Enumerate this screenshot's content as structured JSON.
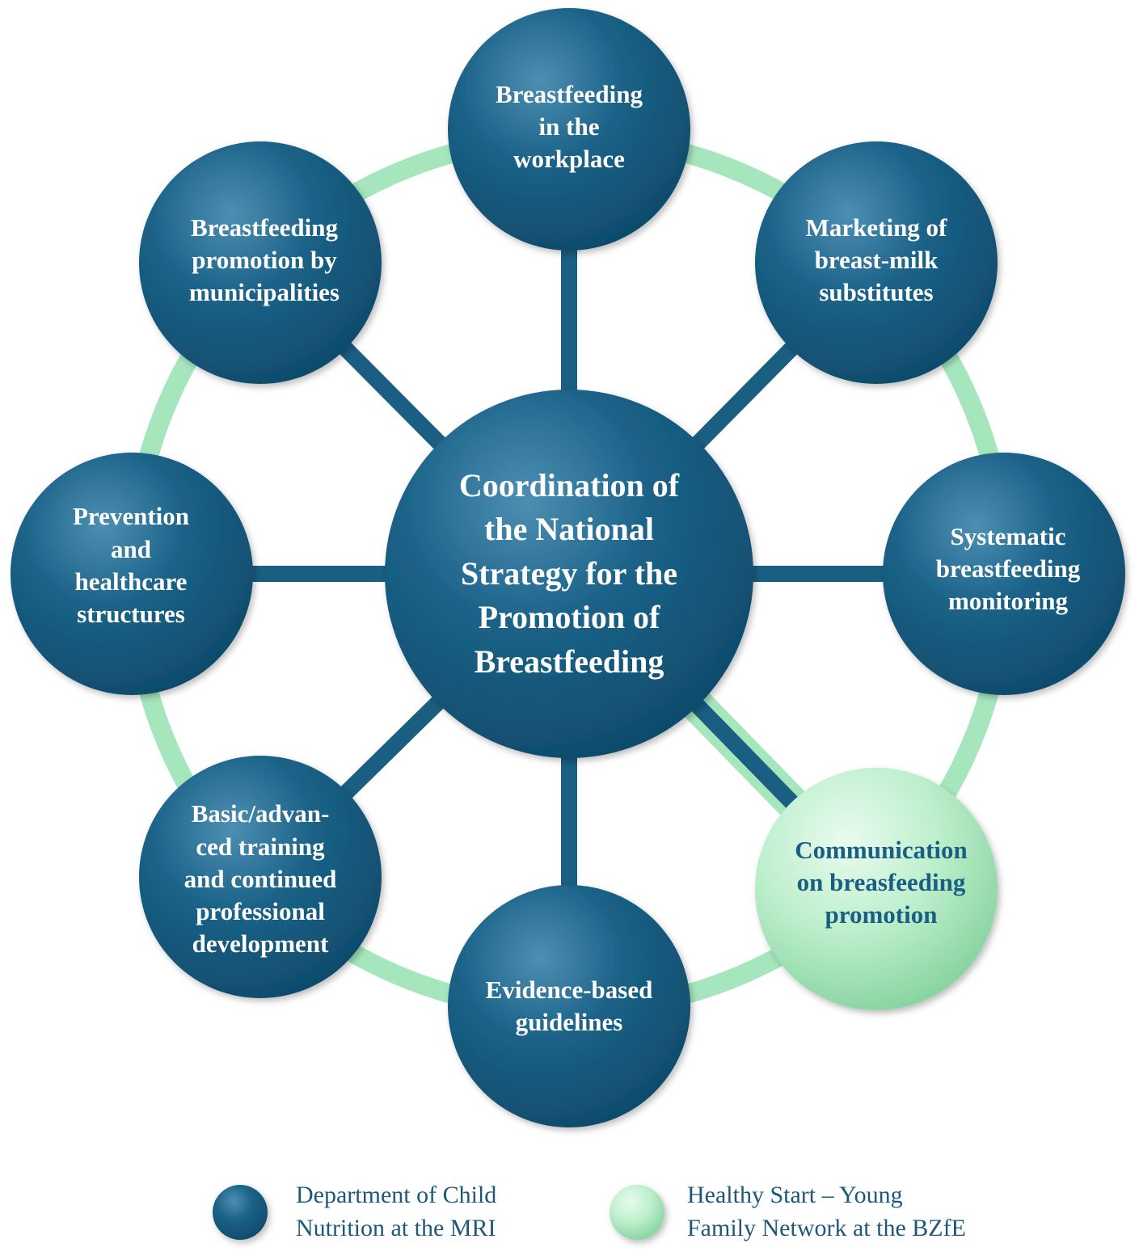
{
  "colors": {
    "blue_dark": "#0f4a6a",
    "blue_mid": "#1b6288",
    "blue_light": "#4d8fb3",
    "green_ring": "#a6e6bd",
    "green_light": "#e9fbef",
    "green_mid": "#bdefcc",
    "green_dark": "#86d29f",
    "label_on_green": "#1b5e84",
    "legend_text": "#1e5878"
  },
  "center": {
    "lines": [
      "Coordination of",
      "the National",
      "Strategy for the",
      "Promotion of",
      "Breastfeeding"
    ]
  },
  "nodes": [
    {
      "id": "workplace",
      "lines": [
        "Breastfeeding",
        "in the",
        "workplace"
      ],
      "color": "blue"
    },
    {
      "id": "marketing",
      "lines": [
        "Marketing of",
        "breast-milk",
        "substitutes"
      ],
      "color": "blue"
    },
    {
      "id": "monitoring",
      "lines": [
        "Systematic",
        "breastfeeding",
        "monitoring"
      ],
      "color": "blue"
    },
    {
      "id": "communication",
      "lines": [
        "Communication",
        "on breasfeeding",
        "promotion"
      ],
      "color": "green"
    },
    {
      "id": "guidelines",
      "lines": [
        "Evidence-based",
        "guidelines"
      ],
      "color": "blue"
    },
    {
      "id": "training",
      "lines": [
        "Basic/advan-",
        "ced training",
        "and continued",
        "professional",
        "development"
      ],
      "color": "blue"
    },
    {
      "id": "prevention",
      "lines": [
        "Prevention",
        "and",
        "healthcare",
        "structures"
      ],
      "color": "blue"
    },
    {
      "id": "municipalities",
      "lines": [
        "Breastfeeding",
        "promotion by",
        "municipalities"
      ],
      "color": "blue"
    }
  ],
  "legend": [
    {
      "color": "blue",
      "lines": [
        "Department of Child",
        "Nutrition at the MRI"
      ]
    },
    {
      "color": "green",
      "lines": [
        "Healthy Start – Young",
        "Family Network at the BZfE"
      ]
    }
  ]
}
